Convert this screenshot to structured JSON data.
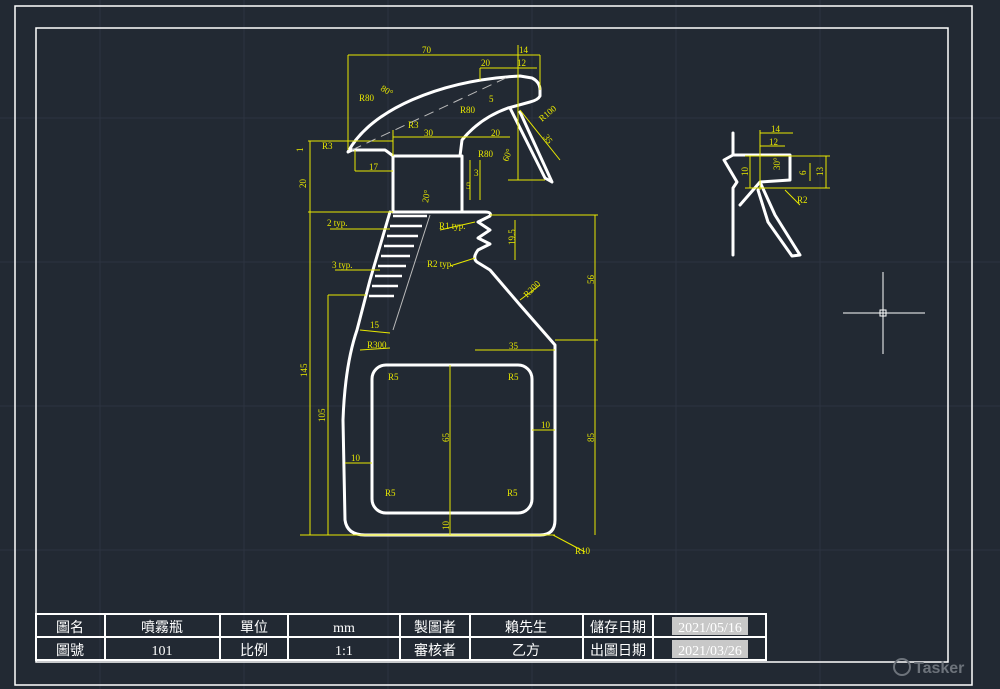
{
  "title_block": {
    "row1": [
      "圖名",
      "噴霧瓶",
      "單位",
      "mm",
      "製圖者",
      "賴先生",
      "儲存日期",
      "2021/05/16"
    ],
    "row2": [
      "圖號",
      "101",
      "比例",
      "1:1",
      "審核者",
      "乙方",
      "出圖日期",
      "2021/03/26"
    ]
  },
  "dimensions": {
    "top_70": "70",
    "top_14": "14",
    "top_20": "20",
    "top_12": "12",
    "angle_80": "80°",
    "r80_a": "R80",
    "r3_top": "R3",
    "w30": "30",
    "r80_b": "R80",
    "w20": "20",
    "r80_c": "R80",
    "r100": "R100",
    "d35_trigger": "35",
    "angle_60": "60°",
    "d5_top": "5",
    "r3_left": "R3",
    "d1": "1",
    "d17": "17",
    "h20": "20",
    "d3": "3",
    "d5": "5",
    "angle_20": "20°",
    "typ2": "2 typ.",
    "r1_typ": "R1 typ.",
    "d19_5": "19.5",
    "typ3": "3 typ.",
    "r2_typ": "R2 typ.",
    "h56": "56",
    "r200": "R200",
    "d15": "15",
    "r300": "R300",
    "d35": "35",
    "h145": "145",
    "h105": "105",
    "r5_tl": "R5",
    "r5_tr": "R5",
    "r5_bl": "R5",
    "r5_br": "R5",
    "h65": "65",
    "d10_right": "10",
    "d10_left": "10",
    "h85": "85",
    "d10_bottom": "10",
    "r10": "R10"
  },
  "side_view": {
    "w14": "14",
    "w12": "12",
    "h10": "10",
    "angle_30": "30°",
    "h6": "6",
    "h13": "13",
    "r2": "R2"
  },
  "watermark": "Tasker",
  "colors": {
    "background": "#222933",
    "geometry": "#ffffff",
    "dimension": "#e8e800"
  }
}
